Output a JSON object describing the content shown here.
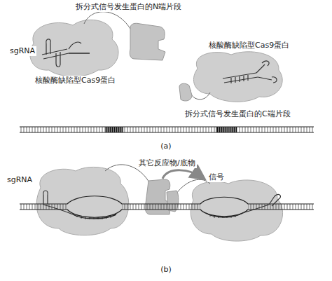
{
  "diagram": {
    "labels": [
      "拆分式信号发生蛋白的N端片段",
      "sgRNA",
      "核酸酶缺陷型Cas9蛋白",
      "核酸酶缺陷型Cas9蛋白",
      "拆分式信号发生蛋白的C端片段",
      "(a)",
      "sgRNA",
      "其它反应物/底物",
      "信号",
      "(b)"
    ]
  }
}
